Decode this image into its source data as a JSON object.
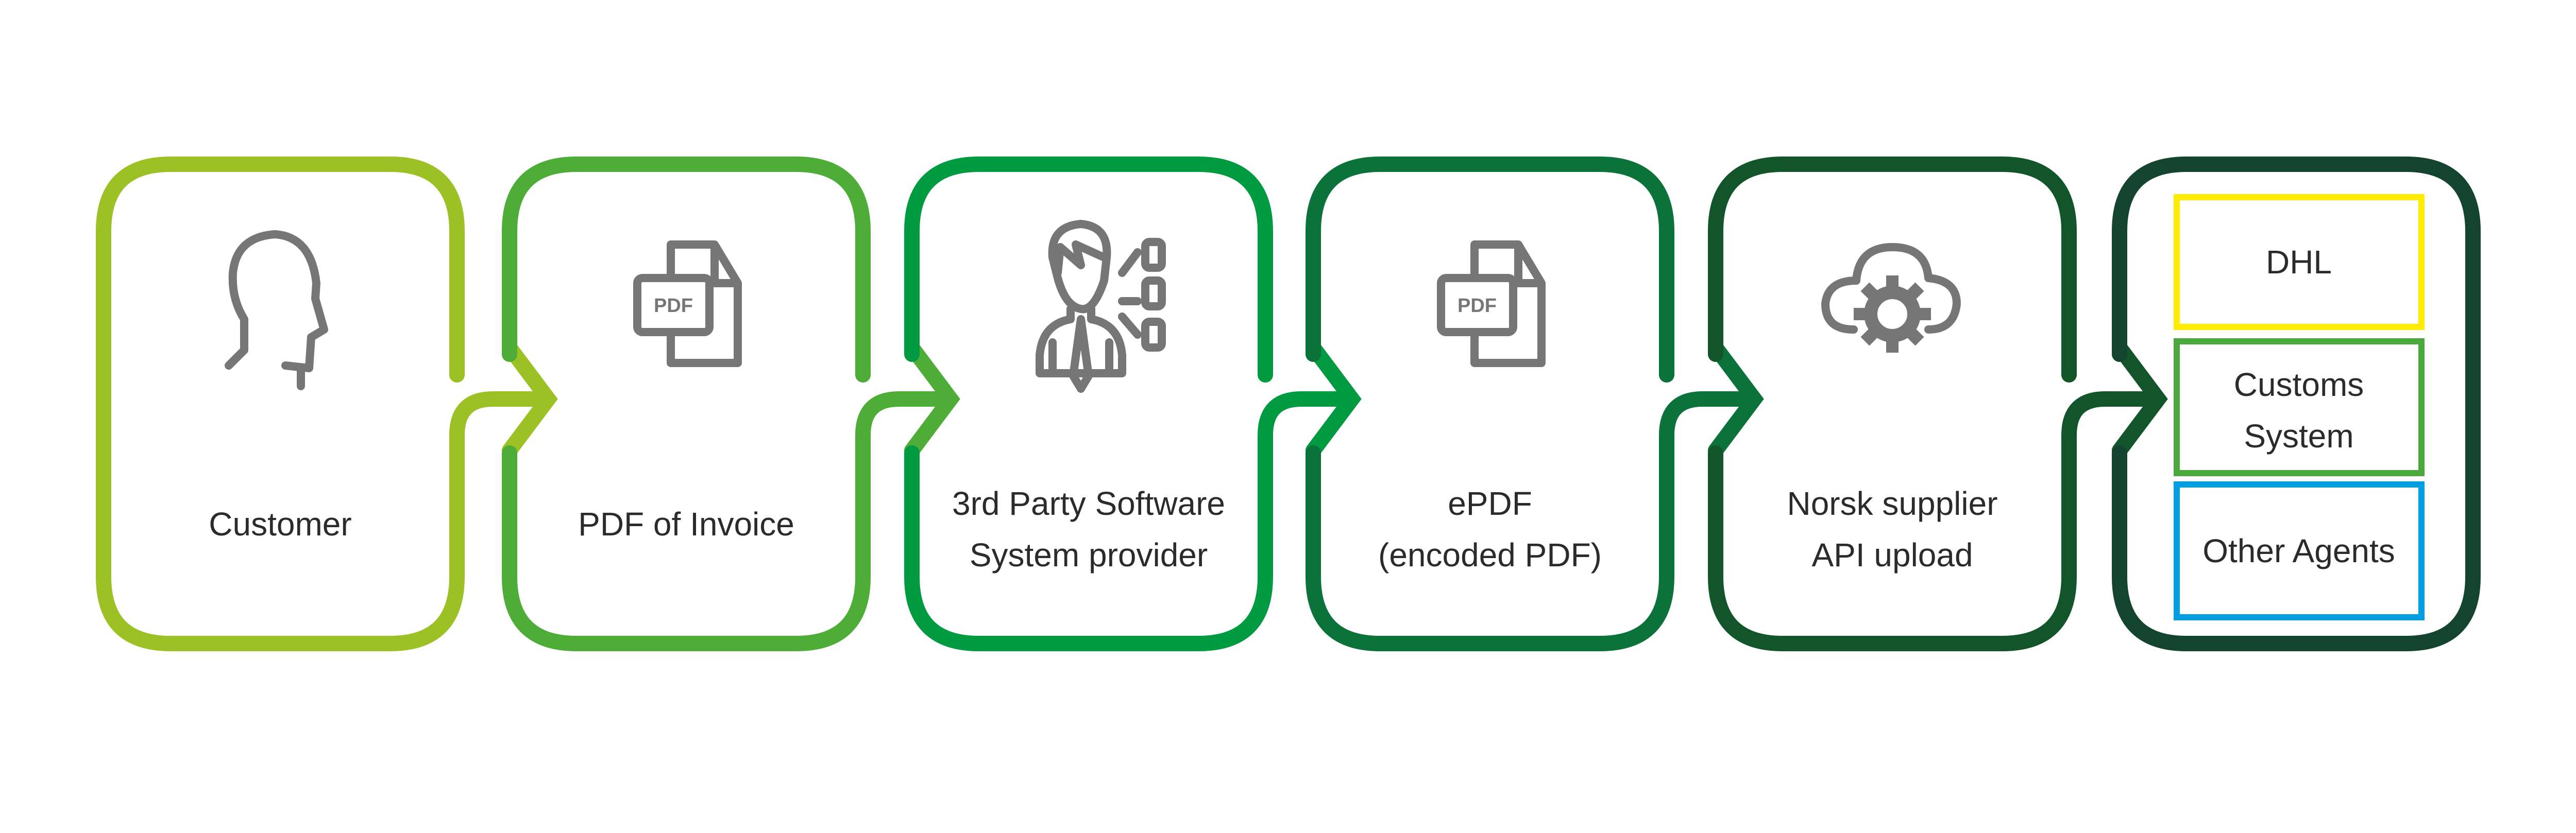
{
  "steps": [
    {
      "icon": "person-head-icon",
      "lines": [
        "Customer"
      ],
      "color": "#9BC125"
    },
    {
      "icon": "pdf-file-icon",
      "lines": [
        "PDF of Invoice"
      ],
      "color": "#4DAD37",
      "icon_text": "PDF"
    },
    {
      "icon": "businessman-options-icon",
      "lines": [
        "3rd Party Software",
        "System provider"
      ],
      "color": "#009B41"
    },
    {
      "icon": "pdf-file-icon",
      "lines": [
        "ePDF",
        "(encoded PDF)"
      ],
      "color": "#0B7339",
      "icon_text": "PDF"
    },
    {
      "icon": "cloud-gear-icon",
      "lines": [
        "Norsk supplier",
        "API upload"
      ],
      "color": "#13552B"
    }
  ],
  "destinations": {
    "color": "#14432F",
    "items": [
      {
        "lines": [
          "DHL"
        ],
        "color": "#FFEC00"
      },
      {
        "lines": [
          "Customs",
          "System"
        ],
        "color": "#4BA83C"
      },
      {
        "lines": [
          "Other Agents"
        ],
        "color": "#009FE3"
      }
    ]
  },
  "icon_color": "#767676"
}
